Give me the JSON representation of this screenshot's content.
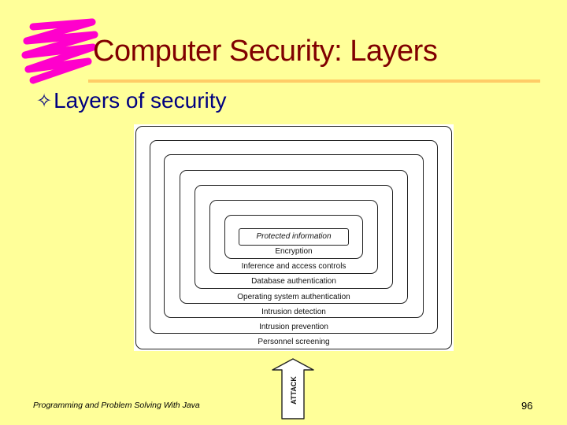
{
  "slide": {
    "title": "Computer Security: Layers",
    "bullet_icon": "hollow-four-point-star-icon",
    "bullet_text": "Layers of security",
    "footer": "Programming and Problem Solving With Java",
    "page_number": "96",
    "colors": {
      "background": "#ffff99",
      "title": "#800000",
      "bullet": "#000080",
      "rule": "#ffcc66",
      "scribble": "#ff00cc"
    }
  },
  "diagram": {
    "layers": [
      "Protected information",
      "Encryption",
      "Inference and access controls",
      "Database authentication",
      "Operating system authentication",
      "Intrusion detection",
      "Intrusion prevention",
      "Personnel screening"
    ],
    "attack_label": "ATTACK"
  }
}
